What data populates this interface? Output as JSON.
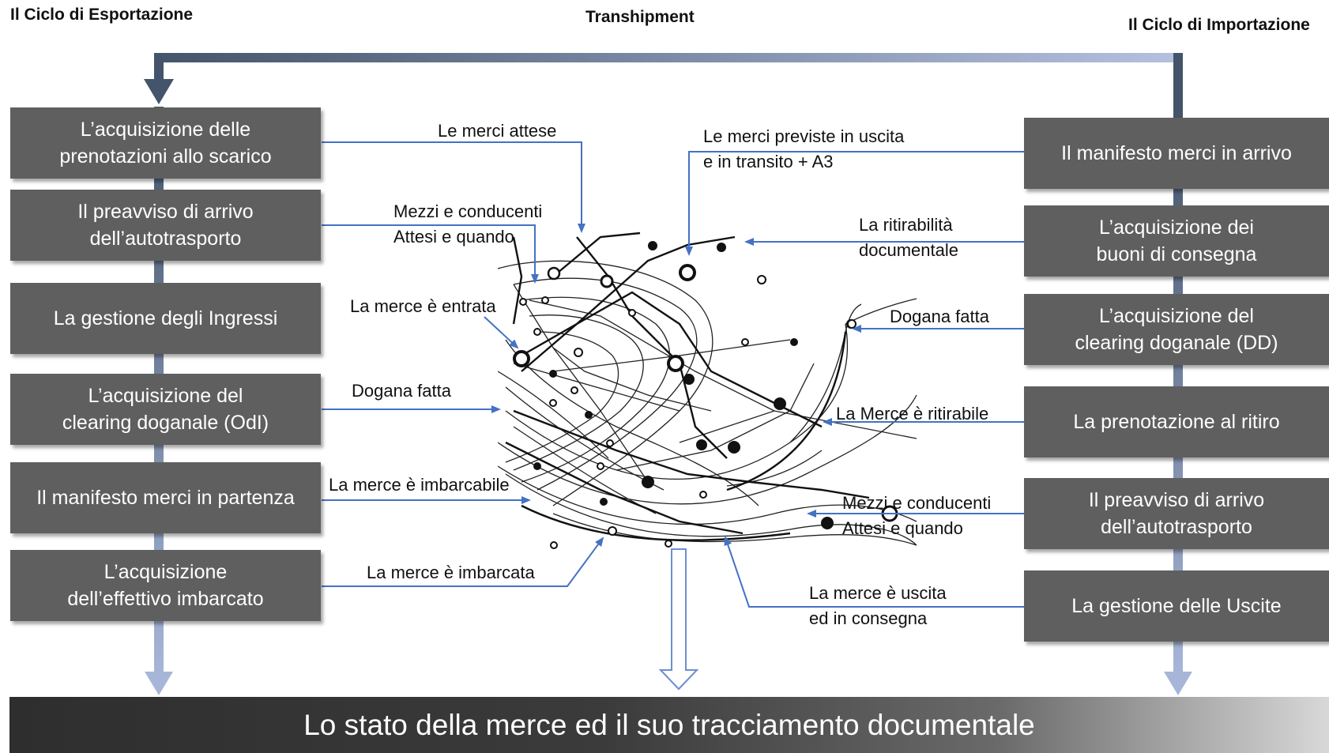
{
  "headers": {
    "export": "Il Ciclo di Esportazione",
    "transhipment": "Transhipment",
    "import": "Il Ciclo di Importazione"
  },
  "left_boxes": [
    "L’acquisizione delle\nprenotazioni allo scarico",
    "Il preavviso di arrivo\ndell’autotrasporto",
    "La gestione degli Ingressi",
    "L’acquisizione del\nclearing doganale (OdI)",
    "Il manifesto merci in partenza",
    "L’acquisizione\ndell’effettivo imbarcato"
  ],
  "right_boxes": [
    "Il manifesto merci in arrivo",
    "L’acquisizione dei\nbuoni di consegna",
    "L’acquisizione del\nclearing doganale (DD)",
    "La prenotazione al ritiro",
    "Il preavviso di arrivo\ndell’autotrasporto",
    "La gestione delle Uscite"
  ],
  "left_labels": [
    "Le merci attese",
    "Mezzi e conducenti\nAttesi e quando",
    "La merce è entrata",
    "Dogana fatta",
    "La merce è imbarcabile",
    "La merce è imbarcata"
  ],
  "right_labels": [
    "Le merci previste in uscita\n      e in transito + A3",
    "La ritirabilità\ndocumentale",
    "Dogana fatta",
    "La Merce è ritirabile",
    "Mezzi e conducenti\nAttesi e quando",
    "La merce è uscita\ned in consegna"
  ],
  "banner": "Lo stato della merce ed il suo tracciamento documentale",
  "colors": {
    "box": "#5f5f5f",
    "connector": "#4472c4",
    "track_light": "#a7b6d8",
    "track_dark": "#44546a"
  }
}
